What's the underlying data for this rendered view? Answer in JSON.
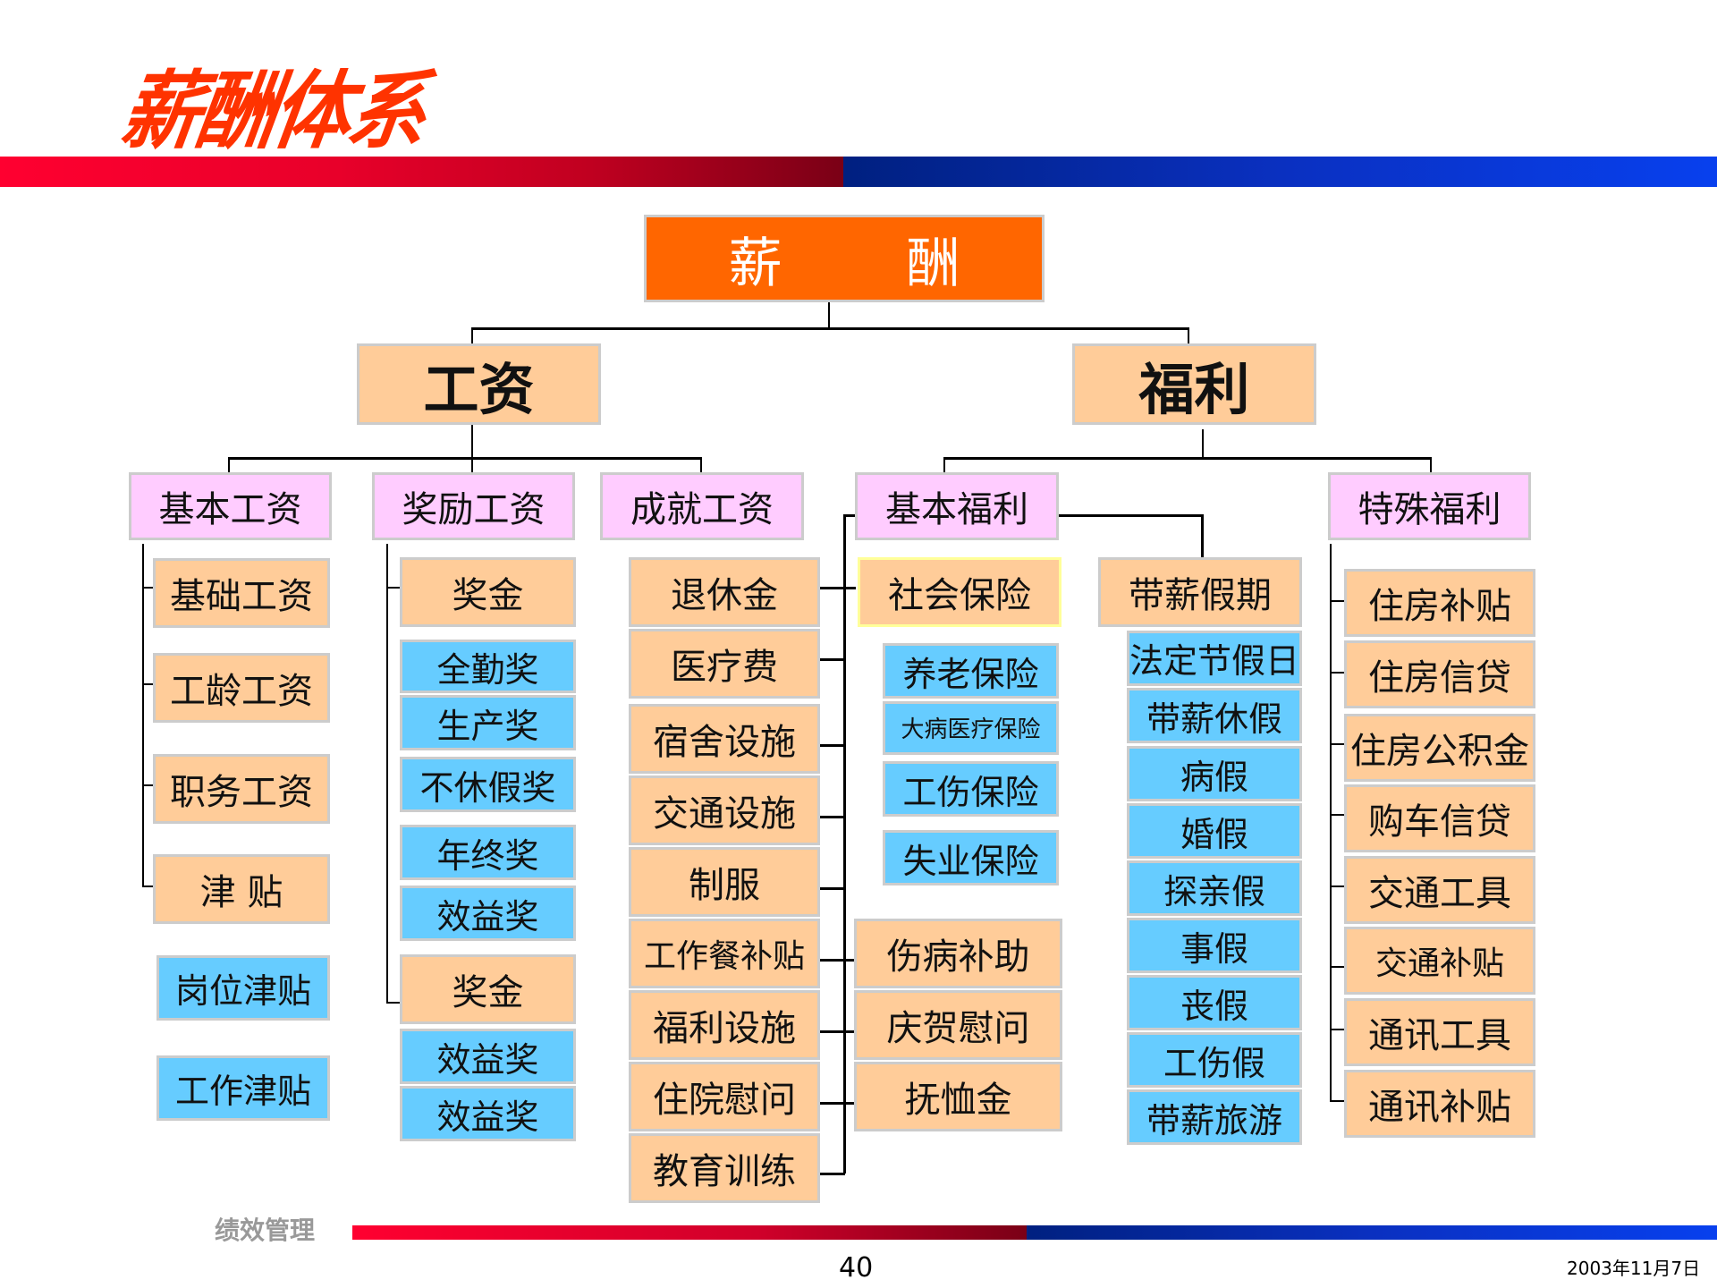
{
  "slide": {
    "title": "薪酬体系",
    "footer_label": "绩效管理",
    "page_number": "40",
    "date": "2003年11月7日"
  },
  "colors": {
    "title": "#ff3300",
    "root_box": "#ff6600",
    "level2_box": "#ffcc99",
    "level3_box": "#ffccff",
    "item_peach": "#ffcc99",
    "item_blue": "#66ccff",
    "bar_red": "#ff0030",
    "bar_blue": "#0840ee"
  },
  "tree": {
    "root": "薪 酬",
    "wages": {
      "label": "工资",
      "basic": {
        "label": "基本工资",
        "items": [
          "基础工资",
          "工龄工资",
          "职务工资",
          "津 贴"
        ],
        "allowances": [
          "岗位津贴",
          "工作津贴"
        ]
      },
      "incentive": {
        "label": "奖励工资",
        "bonus1": "奖金",
        "bonus1_items": [
          "全勤奖",
          "生产奖",
          "不休假奖",
          "年终奖",
          "效益奖"
        ],
        "bonus2": "奖金",
        "bonus2_items": [
          "效益奖",
          "效益奖"
        ]
      },
      "achievement": {
        "label": "成就工资",
        "items": [
          "退休金",
          "医疗费",
          "宿舍设施",
          "交通设施",
          "制服",
          "工作餐补贴",
          "福利设施",
          "住院慰问",
          "教育训练"
        ]
      }
    },
    "welfare": {
      "label": "福利",
      "basic": {
        "label": "基本福利",
        "social_insurance": "社会保险",
        "insurance_items": [
          "养老保险",
          "大病医疗保险",
          "工伤保险",
          "失业保险"
        ],
        "other_items": [
          "伤病补助",
          "庆贺慰问",
          "抚恤金"
        ],
        "paid_leave": "带薪假期",
        "leave_items": [
          "法定节假日",
          "带薪休假",
          "病假",
          "婚假",
          "探亲假",
          "事假",
          "丧假",
          "工伤假",
          "带薪旅游"
        ]
      },
      "special": {
        "label": "特殊福利",
        "items": [
          "住房补贴",
          "住房信贷",
          "住房公积金",
          "购车信贷",
          "交通工具",
          "交通补贴",
          "通讯工具",
          "通讯补贴"
        ]
      }
    }
  }
}
